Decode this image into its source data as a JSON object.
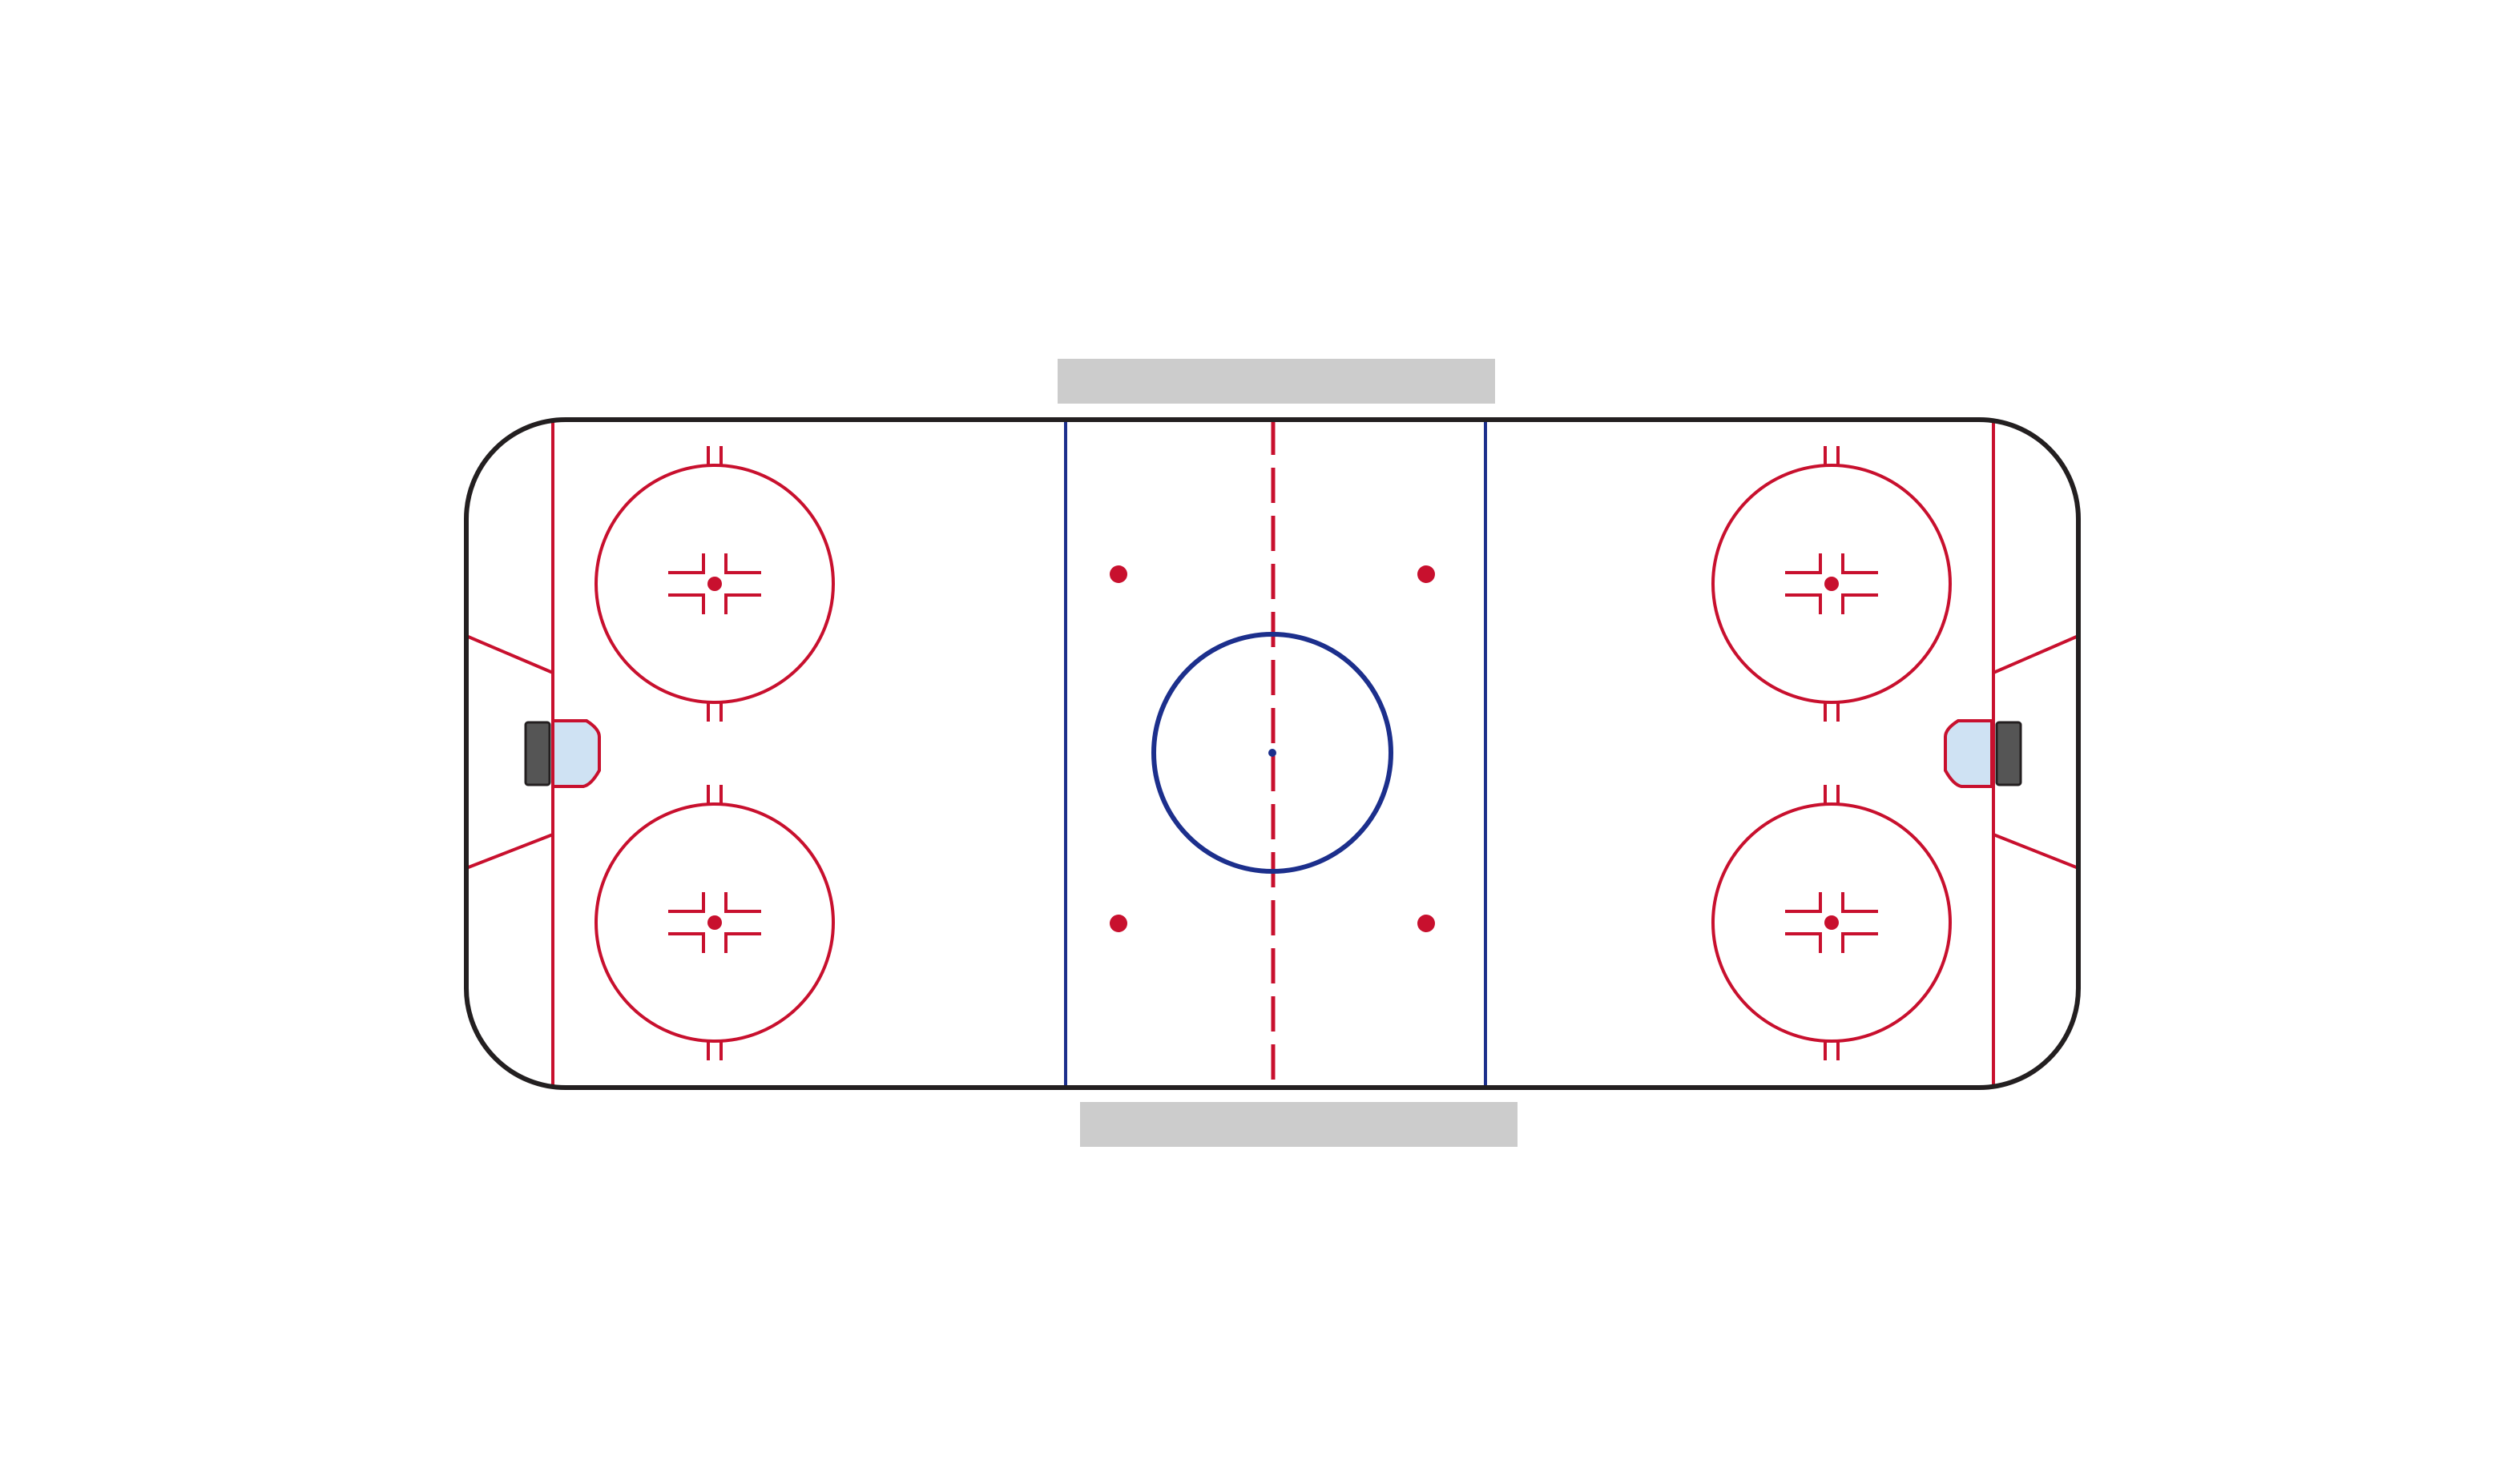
{
  "colors": {
    "background": "#ffffff",
    "boards": "#231f20",
    "red_line": "#c8102e",
    "blue_line": "#1c2f8c",
    "crease_fill": "#cfe2f3",
    "goal_fill": "#555555",
    "bench": "#cccccc"
  },
  "rink": {
    "elements": [
      "boards-outline",
      "goal-line-left",
      "goal-line-right",
      "blue-line-left",
      "blue-line-right",
      "center-red-line",
      "center-circle",
      "center-dot",
      "neutral-zone-faceoff-dots",
      "end-zone-faceoff-circles",
      "goal-creases",
      "goal-nets",
      "trapezoid-lines",
      "player-bench-top",
      "penalty-bench-bottom"
    ]
  }
}
